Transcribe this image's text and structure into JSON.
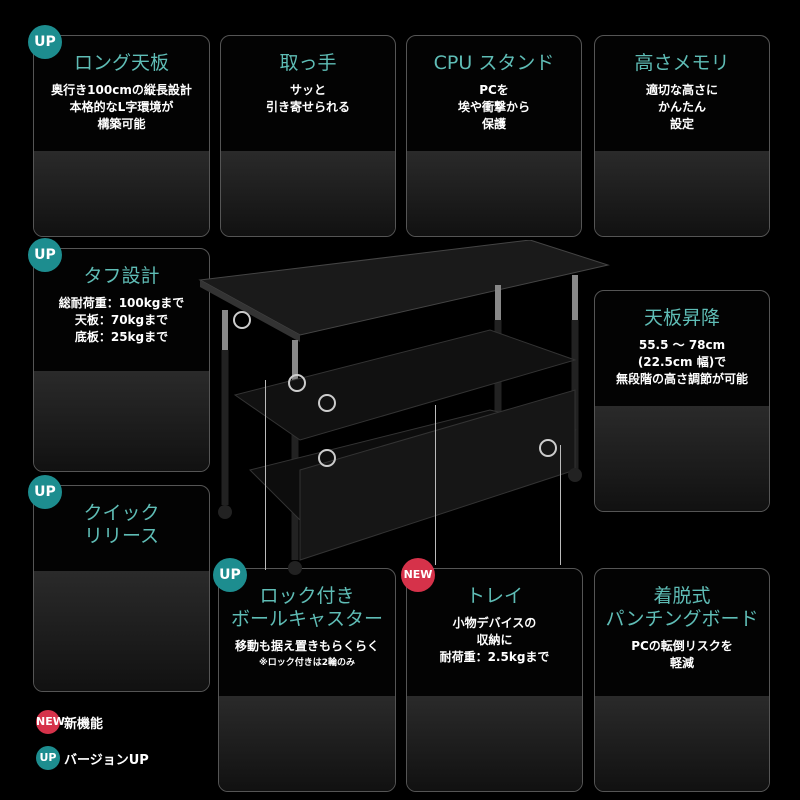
{
  "cards": [
    {
      "badge": "UP",
      "title": "ロング天板",
      "desc": [
        "奥行き100cmの縦長設計",
        "本格的なL字環境が",
        "構築可能"
      ]
    },
    {
      "title": "取っ手",
      "desc": [
        "サッと",
        "引き寄せられる"
      ]
    },
    {
      "title": "CPU スタンド",
      "desc": [
        "PCを",
        "埃や衝撃から",
        "保護"
      ]
    },
    {
      "title": "高さメモリ",
      "desc": [
        "適切な高さに",
        "かんたん",
        "設定"
      ]
    },
    {
      "badge": "UP",
      "title": "タフ設計",
      "desc": [
        "総耐荷重：100kgまで",
        "天板：70kgまで",
        "底板：25kgまで"
      ]
    },
    {
      "badge": "UP",
      "title": "クイック\nリリース",
      "desc": []
    },
    {
      "title": "天板昇降",
      "desc": [
        "55.5 〜 78cm",
        "(22.5cm 幅)で",
        "無段階の高さ調節が可能"
      ]
    },
    {
      "badge": "UP",
      "title": "ロック付き\nボールキャスター",
      "desc": [
        "移動も据え置きもらくらく"
      ],
      "note": "※ロック付きは2輪のみ"
    },
    {
      "badge": "NEW",
      "title": "トレイ",
      "desc": [
        "小物デバイスの",
        "収納に",
        "耐荷重：2.5kgまで"
      ]
    },
    {
      "title": "着脱式\nパンチングボード",
      "desc": [
        "PCの転倒リスクを",
        "軽減"
      ]
    }
  ],
  "legend": [
    {
      "badge": "NEW",
      "label": "新機能"
    },
    {
      "badge": "UP",
      "label": "バージョンUP"
    }
  ],
  "colors": {
    "accent": "#5fbdb6",
    "up": "#1d8d8f",
    "new": "#d6324a"
  }
}
